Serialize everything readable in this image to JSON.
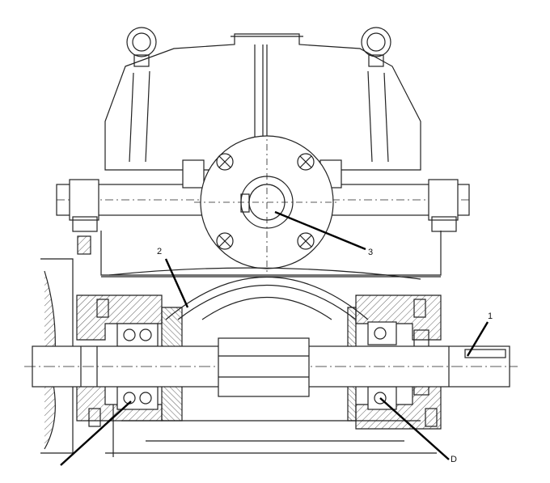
{
  "diagram": {
    "callouts": [
      {
        "id": "1",
        "text": "1"
      },
      {
        "id": "2",
        "text": "2"
      },
      {
        "id": "3",
        "text": "3"
      },
      {
        "id": "D",
        "text": "D"
      }
    ]
  }
}
